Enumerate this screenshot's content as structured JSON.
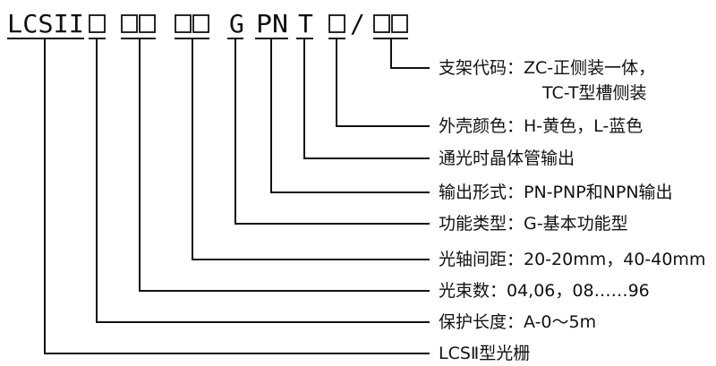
{
  "code": {
    "prefix": "LCSII",
    "placeholder": "□",
    "g": "G",
    "pn": "PN",
    "t": "T",
    "slash": "/"
  },
  "descriptions": {
    "bracket_code": "支架代码：ZC-正侧装一体，",
    "bracket_code_2": "TC-T型槽侧装",
    "housing_color": "外壳颜色：H-黄色，L-蓝色",
    "transistor": "通光时晶体管输出",
    "output_form": "输出形式：PN-PNP和NPN输出",
    "function_type": "功能类型：G-基本功能型",
    "axis_spacing": "光轴间距：20-20mm，40-40mm",
    "beam_count": "光束数：04,06，08……96",
    "protect_length": "保护长度：A-0～5m",
    "model": "LCSⅡ型光栅"
  }
}
